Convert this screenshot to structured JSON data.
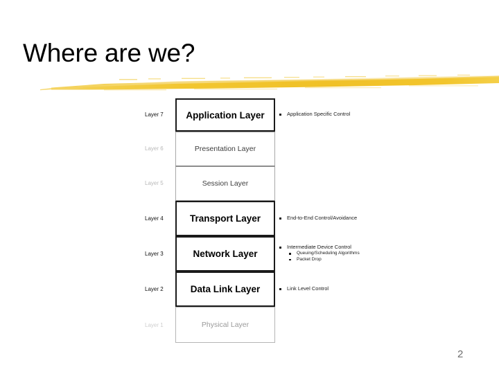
{
  "slide": {
    "title": "Where are we?",
    "page_number": "2",
    "accent_color": "#f2c12e",
    "title_color": "#000000",
    "page_number_color": "#6e6e6e",
    "background_color": "#ffffff"
  },
  "diagram": {
    "name": "osi-seven-layer-model",
    "layers": [
      {
        "index_label": "Layer 7",
        "name": "Application Layer",
        "emphasis": "strong",
        "index_style": "normal",
        "annotations": [
          {
            "text": "Application Specific Control",
            "level": 1
          }
        ]
      },
      {
        "index_label": "Layer 6",
        "name": "Presentation Layer",
        "emphasis": "weak",
        "index_style": "faded",
        "annotations": []
      },
      {
        "index_label": "Layer 5",
        "name": "Session Layer",
        "emphasis": "weak",
        "index_style": "faded",
        "annotations": []
      },
      {
        "index_label": "Layer 4",
        "name": "Transport Layer",
        "emphasis": "strong",
        "index_style": "normal",
        "annotations": [
          {
            "text": "End-to-End Control/Avoidance",
            "level": 1
          }
        ]
      },
      {
        "index_label": "Layer 3",
        "name": "Network Layer",
        "emphasis": "strong",
        "index_style": "normal",
        "annotations": [
          {
            "text": "Intermediate Device Control",
            "level": 1
          },
          {
            "text": "Queuing/Scheduling Algorithms",
            "level": 2
          },
          {
            "text": "Packet Drop",
            "level": 2
          }
        ]
      },
      {
        "index_label": "Layer 2",
        "name": "Data Link Layer",
        "emphasis": "strong",
        "index_style": "normal",
        "annotations": [
          {
            "text": "Link Level Control",
            "level": 1
          }
        ]
      },
      {
        "index_label": "Layer 1",
        "name": "Physical Layer",
        "emphasis": "weak-faint",
        "index_style": "faded2",
        "annotations": []
      }
    ]
  }
}
